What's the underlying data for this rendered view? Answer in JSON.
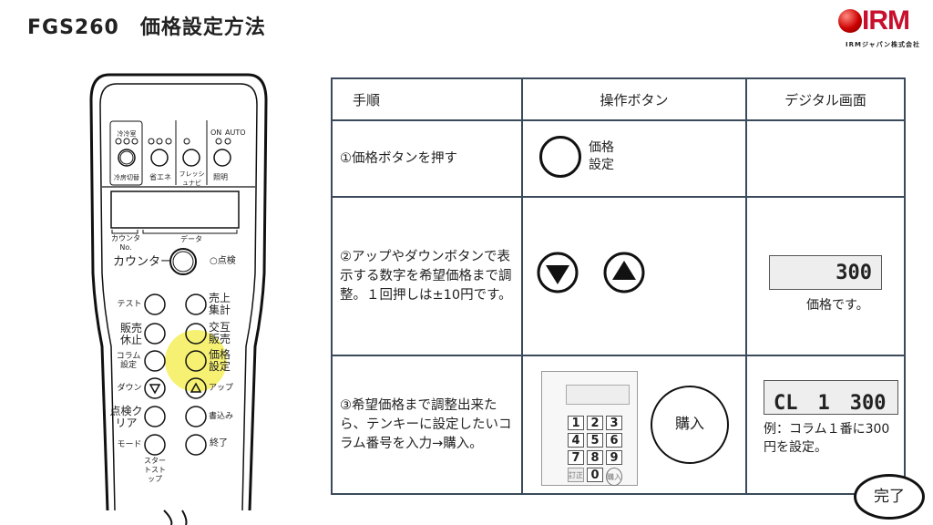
{
  "title": "FGS260　価格設定方法",
  "logo": {
    "text": "IRM",
    "subtitle": "IRMジャパン株式会社"
  },
  "table": {
    "headers": [
      "手順",
      "操作ボタン",
      "デジタル画面"
    ],
    "rows": [
      {
        "step": "①価格ボタンを押す",
        "button_label": "価格\n設定",
        "display": "",
        "note": ""
      },
      {
        "step": "②アップやダウンボタンで表示する数字を希望価格まで調整。１回押しは±10円です。",
        "display": "300",
        "note": "価格です。"
      },
      {
        "step": "③希望価格まで調整出来たら、テンキーに設定したいコラム番号を入力→購入。",
        "button_label": "購入",
        "display": "CL　1　300",
        "note": "例：コラム１番に300円を設定。"
      }
    ]
  },
  "keypad": {
    "keys": [
      "1",
      "2",
      "3",
      "4",
      "5",
      "6",
      "7",
      "8",
      "9",
      "0"
    ],
    "correct": "訂正",
    "buy": "購入"
  },
  "done_label": "完了",
  "remote": {
    "top": [
      "冷冷室",
      "冷房切替",
      "省エネ",
      "フレッシュナビ",
      "ON",
      "AUTO",
      "照明"
    ],
    "counter_no": "カウンタ\nNo.",
    "data": "データ",
    "counter": "カウンター",
    "check": "○点検",
    "left": [
      "テスト",
      "販売休止",
      "コラム設定",
      "ダウン",
      "点検クリア",
      "モード"
    ],
    "right": [
      "売上集計",
      "交互販売",
      "価格設定",
      "アップ",
      "書込み",
      "終了"
    ],
    "start_stop": "スタートストップ"
  },
  "colors": {
    "highlight": "#f5ee5a",
    "brand": "#c8102e"
  }
}
